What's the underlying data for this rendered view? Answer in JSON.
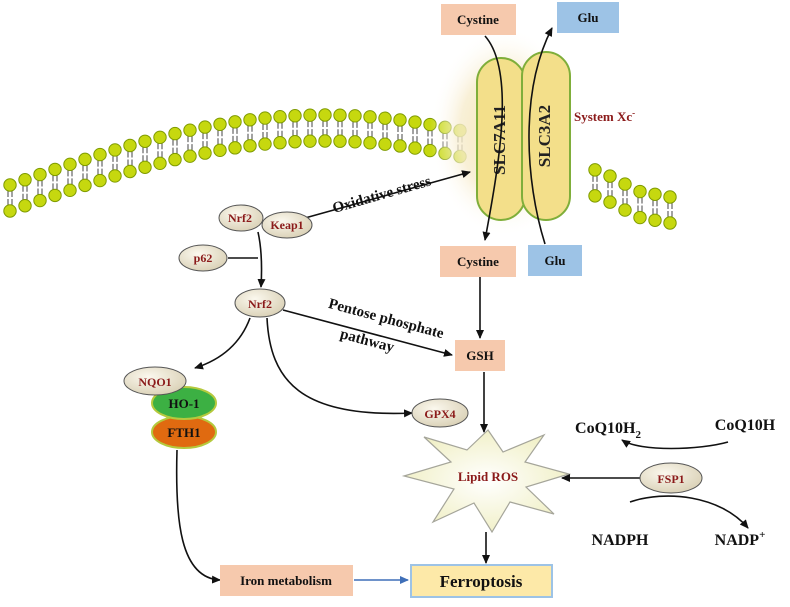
{
  "labels": {
    "cystine_out": "Cystine",
    "glu_out": "Glu",
    "cystine_in": "Cystine",
    "glu_in": "Glu",
    "slc7a11": "SLC7A11",
    "slc3a2": "SLC3A2",
    "system_xc_base": "System Xc",
    "system_xc_sup": "-",
    "oxidative_stress": "Oxidative stress",
    "nrf2_complex": "Nrf2",
    "keap1": "Keap1",
    "p62": "p62",
    "nrf2": "Nrf2",
    "pentose_line1": "Pentose phosphate",
    "pentose_line2": "pathway",
    "gsh": "GSH",
    "nqo1": "NQO1",
    "ho1": "HO-1",
    "fth1": "FTH1",
    "gpx4": "GPX4",
    "lipid_ros": "Lipid ROS",
    "coq10h2_base": "CoQ10H",
    "coq10h2_sub": "2",
    "coq10h": "CoQ10H",
    "fsp1": "FSP1",
    "nadph": "NADPH",
    "nadp_base": "NADP",
    "nadp_sup": "+",
    "iron_metabolism": "Iron metabolism",
    "ferroptosis": "Ferroptosis"
  },
  "colors": {
    "salmon_box": "#f6c9ad",
    "blue_box": "#9dc3e6",
    "lipid_head": "#c6d80f",
    "lipid_head_stroke": "#7e9a00",
    "channel_fill": "#f3df8a",
    "node_label": "#8b1a1a",
    "ho1_green": "#3cb043",
    "fth1_orange": "#e06a10",
    "ferroptosis_box": "#fde9a8"
  }
}
